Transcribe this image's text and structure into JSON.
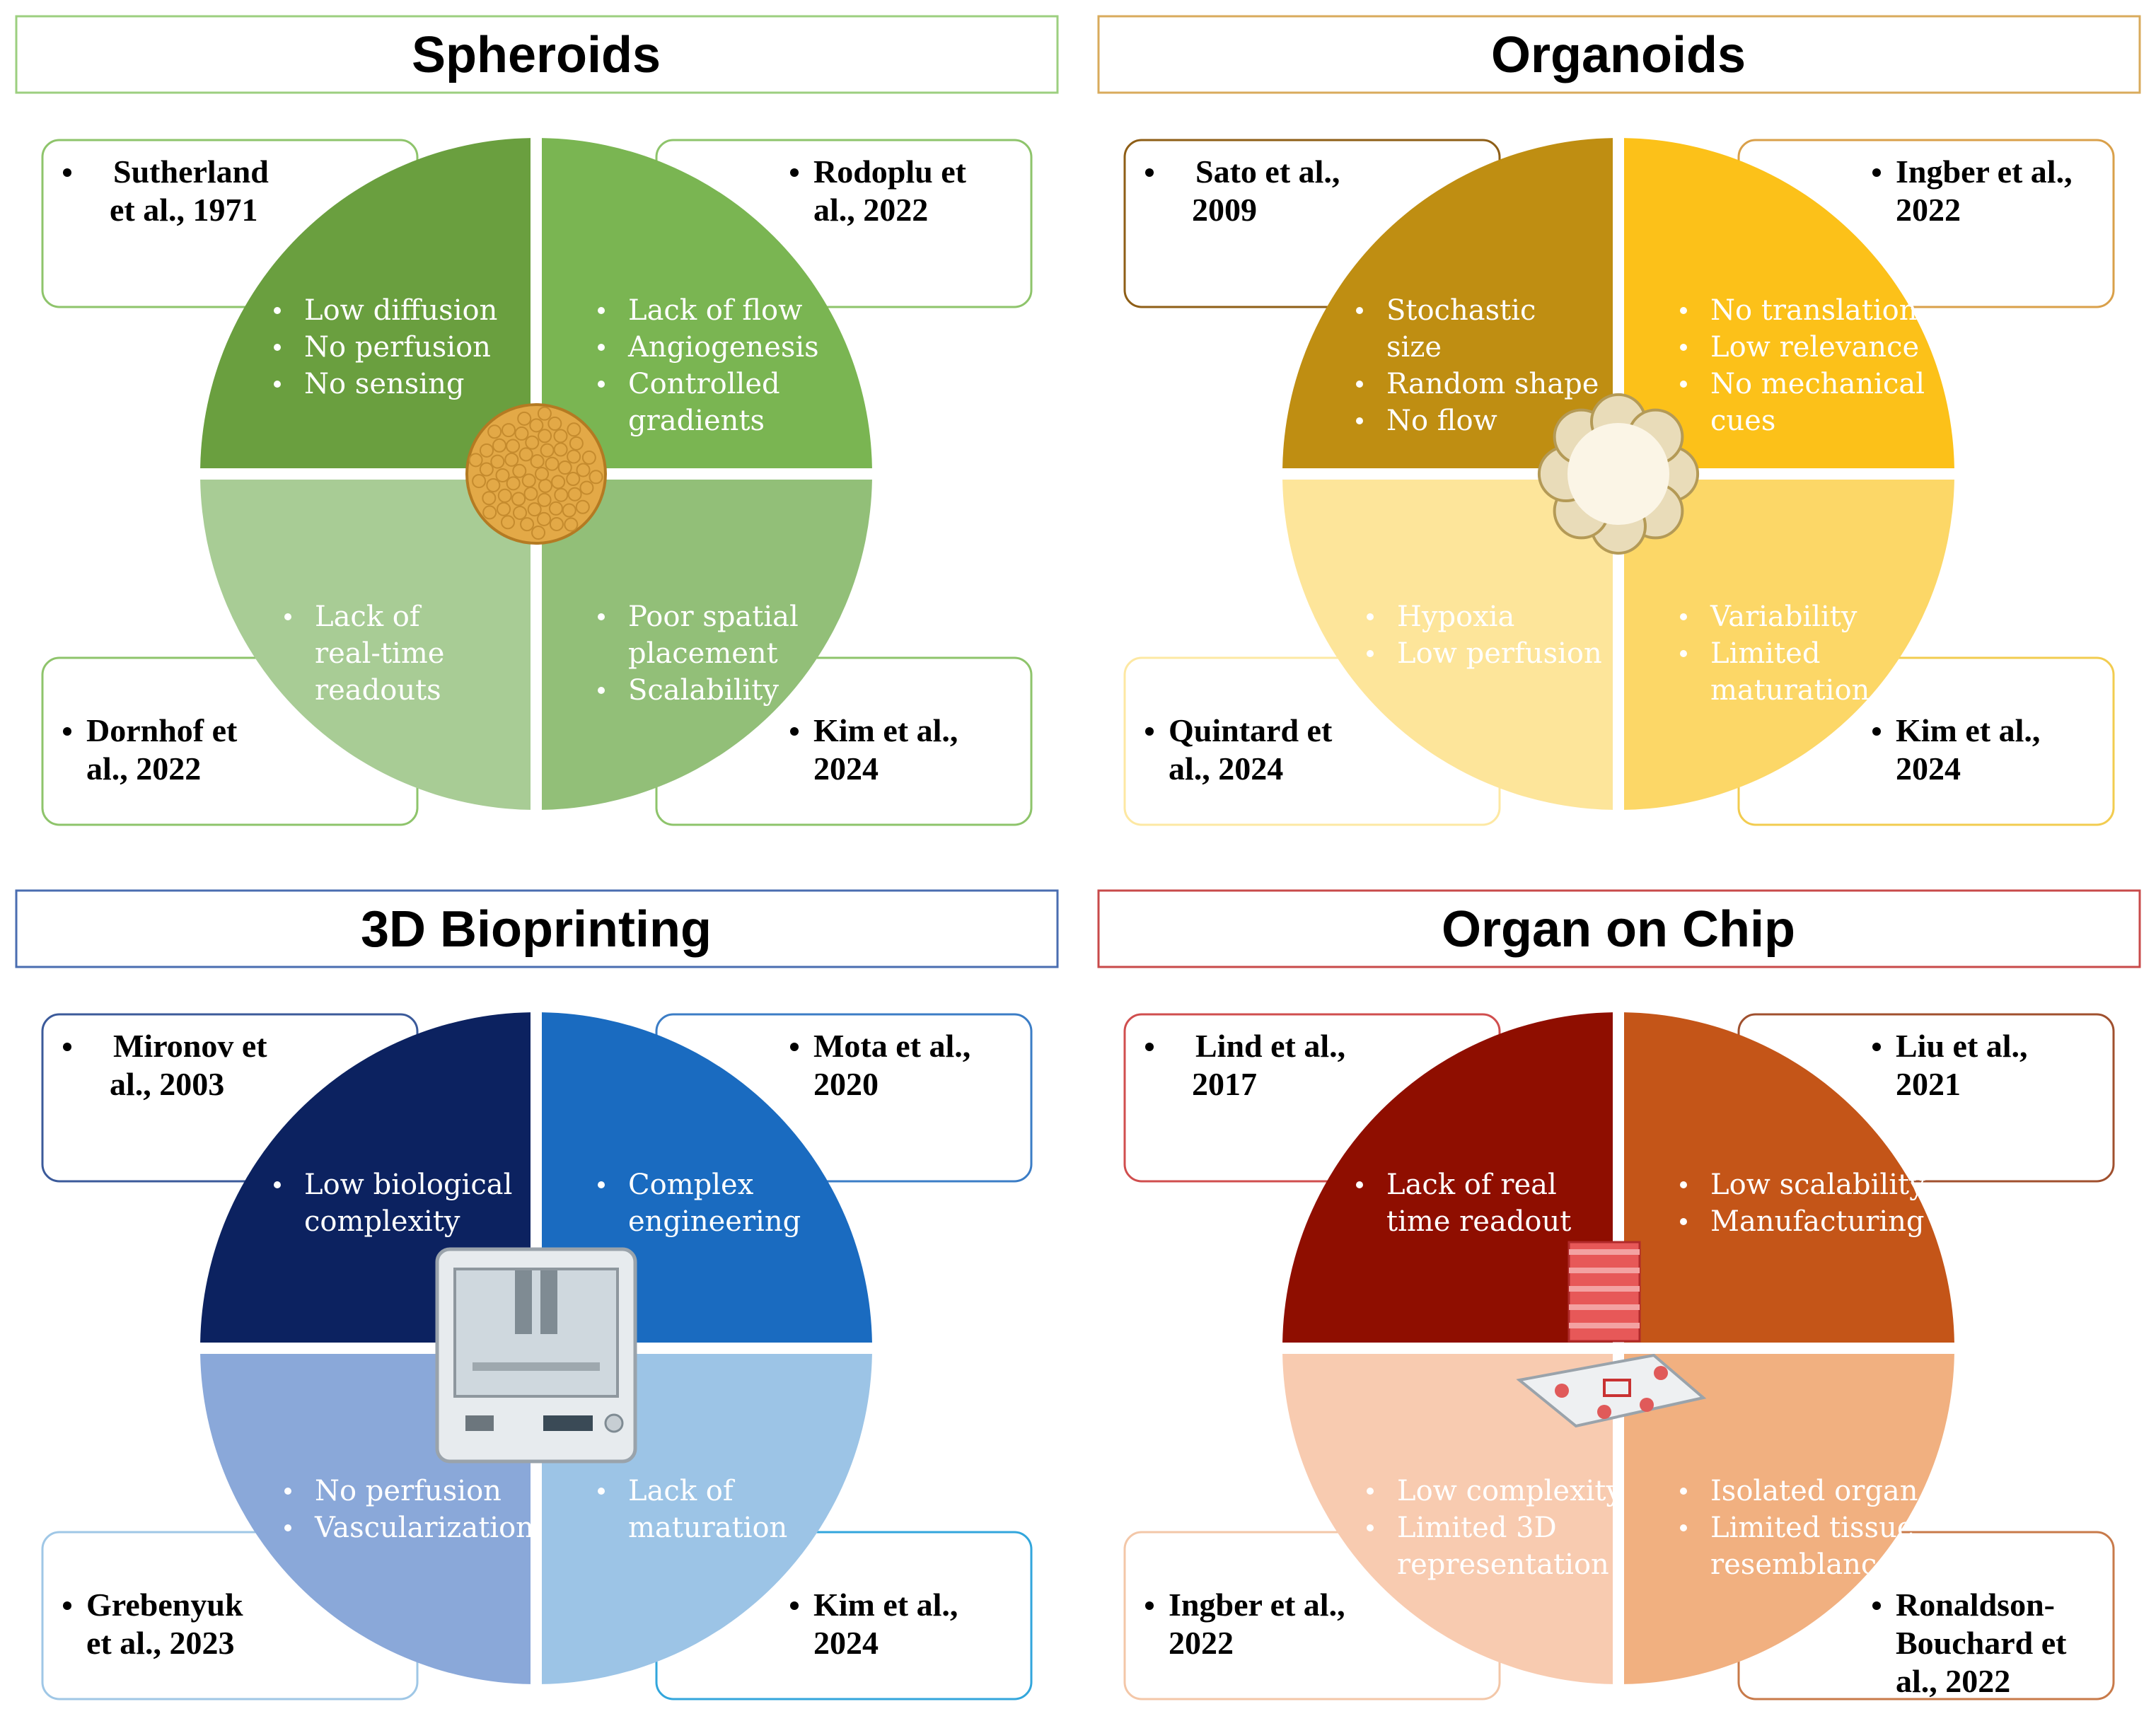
{
  "panels": [
    {
      "title": "Spheroids",
      "colors": {
        "border": "#9ccf7f",
        "quadrants": [
          "#6a9f3f",
          "#7ab552",
          "#a8cc95",
          "#92bf78"
        ],
        "boxes": [
          "#8ec46b",
          "#8ec46b",
          "#8ec46b",
          "#8ec46b"
        ]
      },
      "icon": "spheroid-icon",
      "references": [
        [
          "Sutherland",
          "et al., 1971"
        ],
        [
          "Rodoplu et",
          "al., 2022"
        ],
        [
          "Dornhof et",
          "al., 2022"
        ],
        [
          "Kim et al.,",
          "2024"
        ]
      ],
      "quadrants": [
        [
          "Low diffusion",
          "No perfusion",
          "No sensing"
        ],
        [
          "Lack of flow",
          "Angiogenesis",
          "Controlled gradients"
        ],
        [
          "Lack of real-time readouts"
        ],
        [
          "Poor spatial placement",
          "Scalability"
        ]
      ]
    },
    {
      "title": "Organoids",
      "colors": {
        "border": "#d9ab5c",
        "quadrants": [
          "#bf8e12",
          "#fcc119",
          "#fde59a",
          "#fcd767"
        ],
        "boxes": [
          "#8e5e16",
          "#d9a04a",
          "#fde8a3",
          "#f2cc50"
        ]
      },
      "icon": "organoid-icon",
      "references": [
        [
          "Sato et al.,",
          "2009"
        ],
        [
          "Ingber et al.,",
          "2022"
        ],
        [
          "Quintard et",
          "al., 2024"
        ],
        [
          "Kim et al.,",
          "2024"
        ]
      ],
      "quadrants": [
        [
          "Stochastic size",
          "Random shape",
          "No flow"
        ],
        [
          "No translation",
          "Low relevance",
          "No mechanical cues"
        ],
        [
          "Hypoxia",
          "Low perfusion"
        ],
        [
          "Variability",
          "Limited maturation"
        ]
      ]
    },
    {
      "title": "3D Bioprinting",
      "colors": {
        "border": "#4a6db0",
        "quadrants": [
          "#0c2260",
          "#1a6bc0",
          "#8aa8d9",
          "#9cc4e6"
        ],
        "boxes": [
          "#3b5a9a",
          "#3b7dc6",
          "#9fc7e6",
          "#32a6dc"
        ]
      },
      "icon": "bioprinter-icon",
      "references": [
        [
          "Mironov et",
          "al., 2003"
        ],
        [
          "Mota et al.,",
          "2020"
        ],
        [
          "Grebenyuk",
          "et al., 2023"
        ],
        [
          "Kim et al.,",
          "2024"
        ]
      ],
      "quadrants": [
        [
          "Low biological complexity"
        ],
        [
          "Complex engineering"
        ],
        [
          "No perfusion",
          "Vascularization"
        ],
        [
          "Lack of maturation"
        ]
      ]
    },
    {
      "title": "Organ on Chip",
      "colors": {
        "border": "#c84a4a",
        "quadrants": [
          "#8f0e00",
          "#c45518",
          "#f8cbb0",
          "#f1b080"
        ],
        "boxes": [
          "#d04e4e",
          "#a0502e",
          "#f3c7a8",
          "#c87a4a"
        ]
      },
      "icon": "organ-chip-icon",
      "references": [
        [
          "Lind et al.,",
          "2017"
        ],
        [
          "Liu et al.,",
          "2021"
        ],
        [
          "Ingber et al.,",
          "2022"
        ],
        [
          "Ronaldson-",
          "Bouchard et",
          "al., 2022"
        ]
      ],
      "quadrants": [
        [
          "Lack of real time readout"
        ],
        [
          "Low scalability",
          "Manufacturing"
        ],
        [
          "Low complexity",
          "Limited 3D representation"
        ],
        [
          "Isolated organ",
          "Limited tissue resemblance"
        ]
      ]
    }
  ]
}
